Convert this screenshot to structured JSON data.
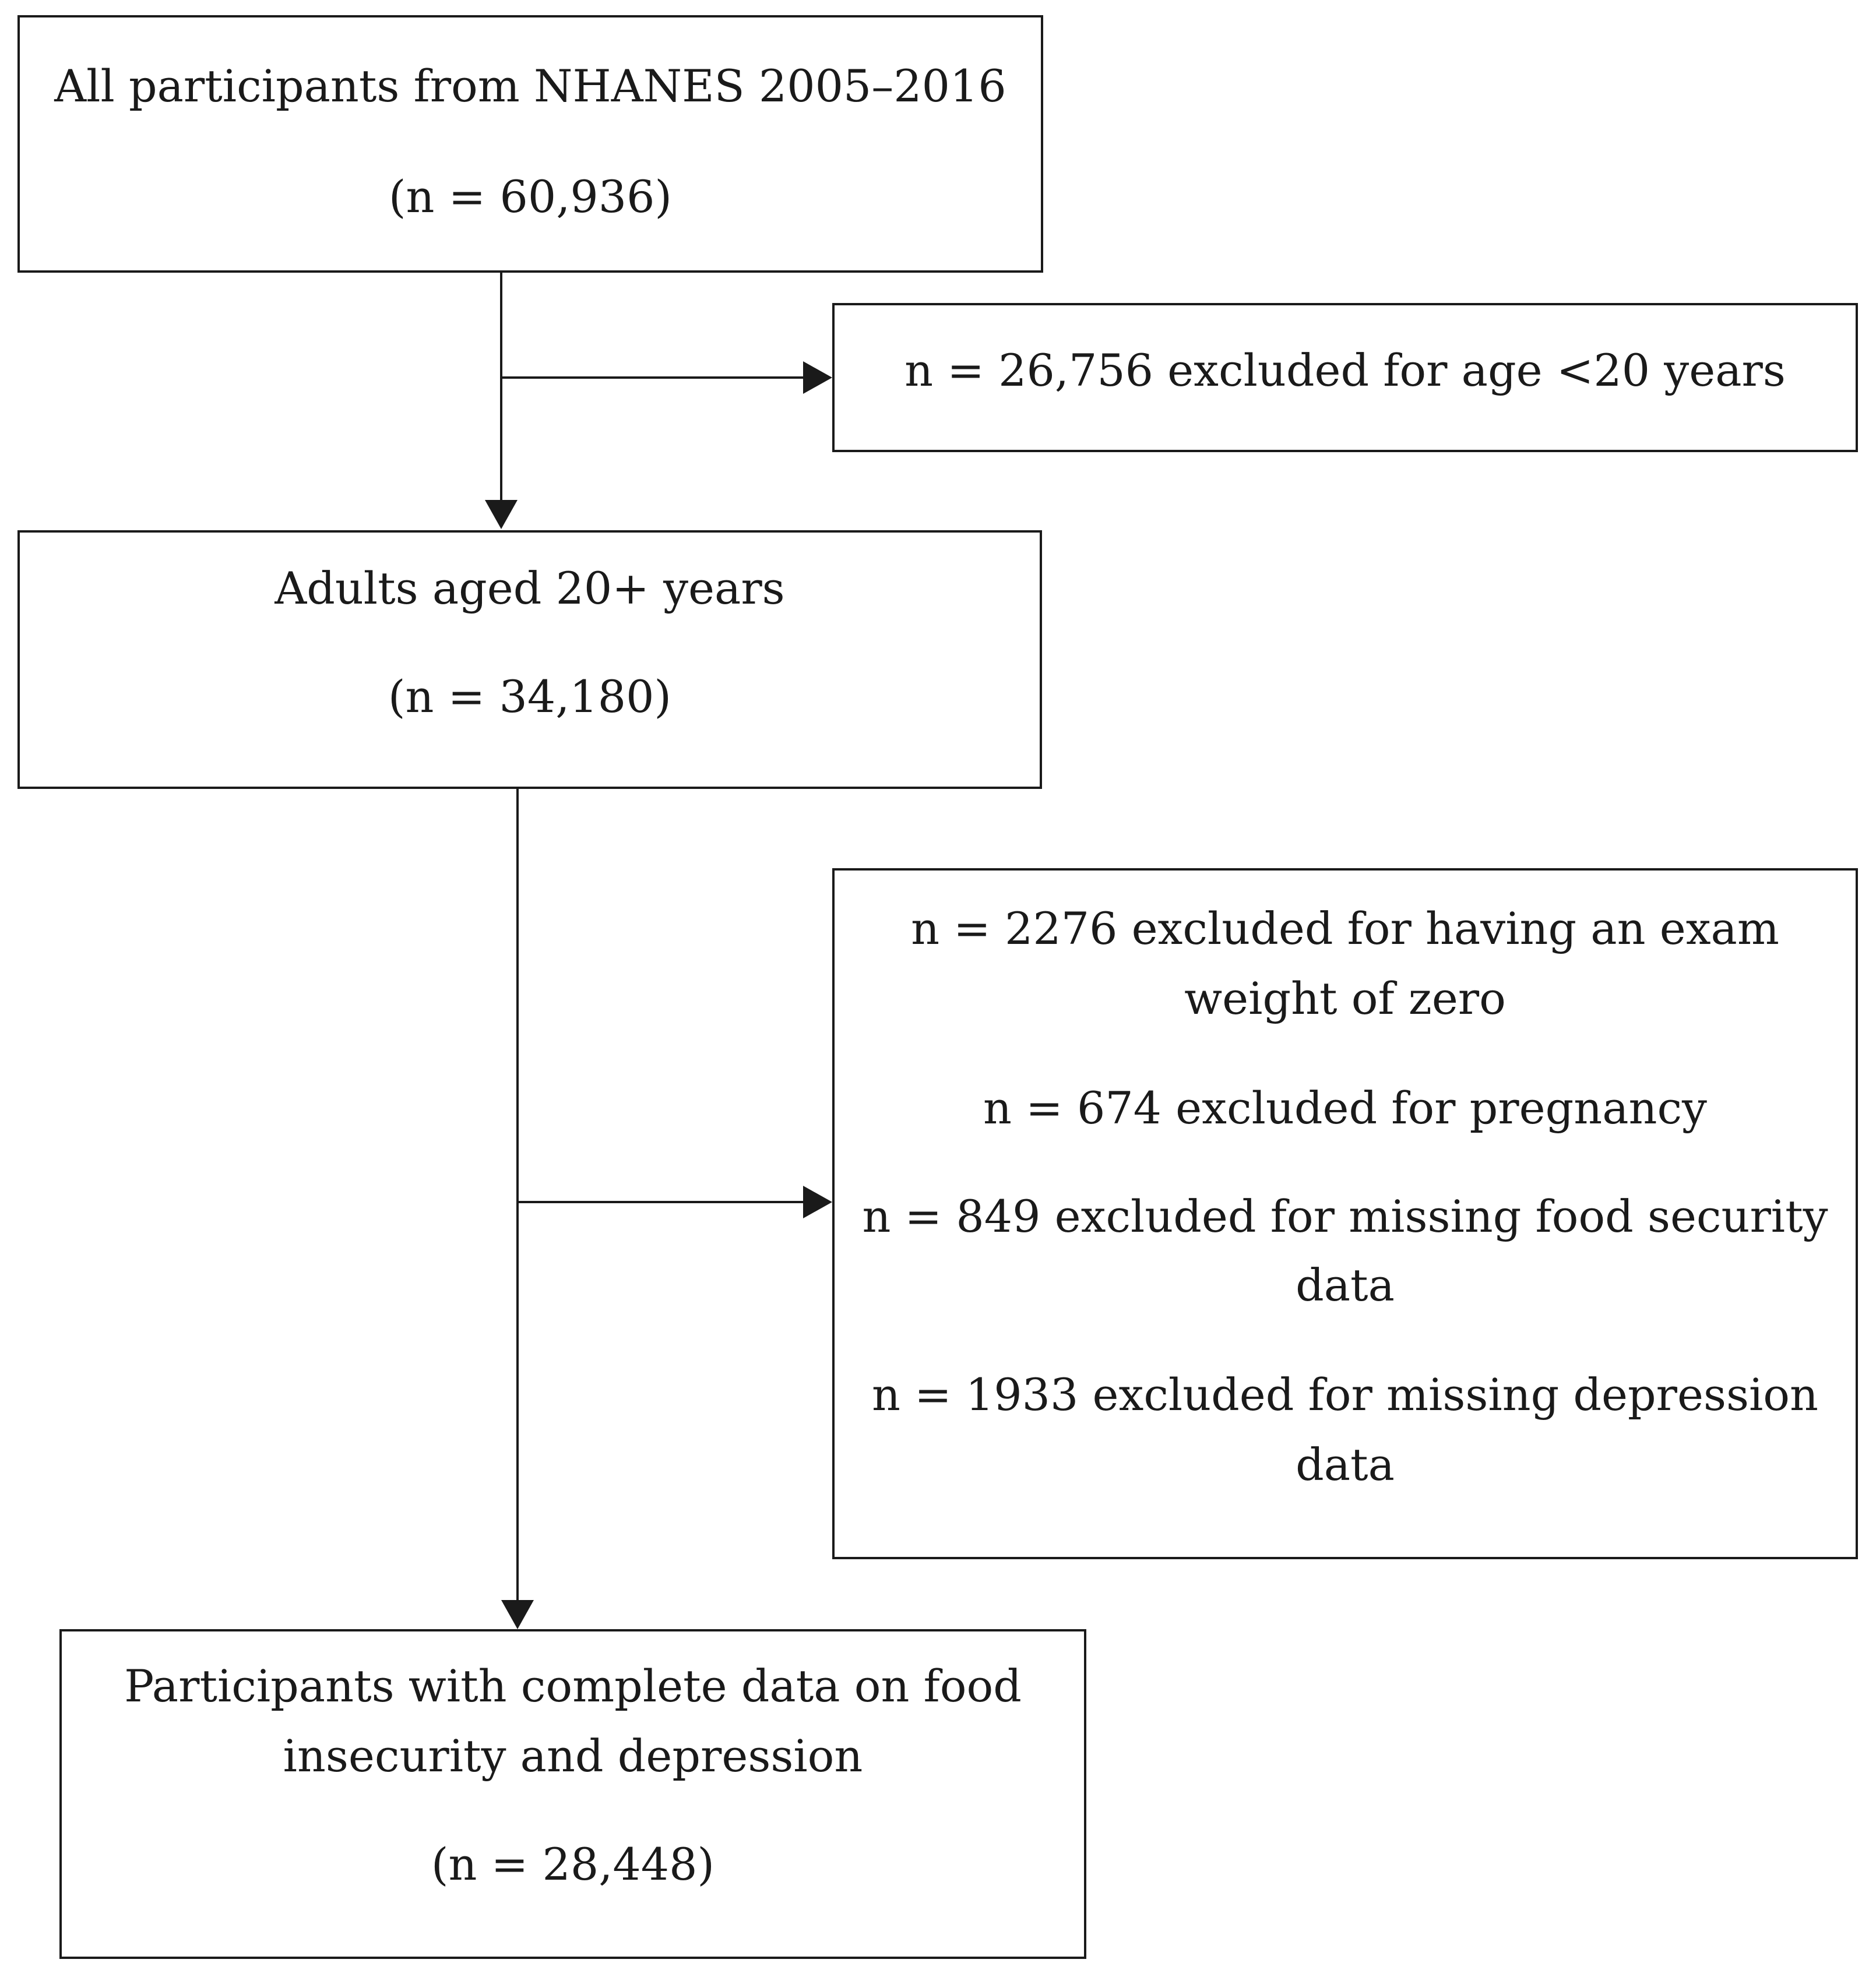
{
  "nodes": {
    "all_participants": {
      "title": "All participants from NHANES 2005–2016",
      "count": "(n = 60,936)"
    },
    "age_exclusion": {
      "text": "n = 26,756 excluded for age <20 years"
    },
    "adults": {
      "title": "Adults aged 20+ years",
      "count": "(n = 34,180)"
    },
    "other_exclusions": {
      "exam_weight": [
        "n = 2276 excluded for having an exam",
        "weight of zero"
      ],
      "pregnancy": "n = 674 excluded for pregnancy",
      "food_security": [
        "n = 849 excluded for missing food security",
        "data"
      ],
      "depression": [
        "n = 1933 excluded for missing depression",
        "data"
      ]
    },
    "final": {
      "title": [
        "Participants with complete data on food",
        "insecurity and depression"
      ],
      "count": "(n = 28,448)"
    }
  }
}
